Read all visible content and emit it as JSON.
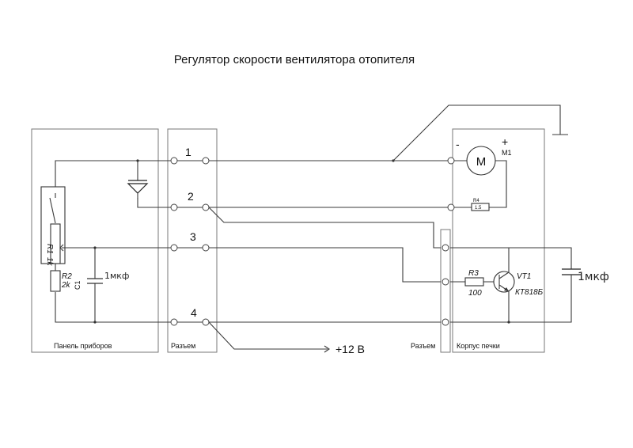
{
  "title": "Регулятор скорости вентилятора отопителя",
  "terminals": {
    "t1": "1",
    "t2": "2",
    "t3": "3",
    "t4": "4"
  },
  "blocks": {
    "panel": "Панель приборов",
    "connector_left": "Разъем",
    "connector_right": "Разъем",
    "heater": "Корпус печки"
  },
  "components": {
    "r1_name": "R1",
    "r1_value": "1k",
    "r2_name": "R2",
    "r2_value": "2k",
    "c1_name": "C1",
    "c1_note": "1мкф",
    "motor_symbol": "M",
    "motor_name": "M1",
    "motor_minus": "-",
    "motor_plus": "+",
    "r4_name": "R4",
    "r4_value": "1.5",
    "r3_name": "R3",
    "r3_value": "100",
    "vt1_name": "VT1",
    "vt1_model": "КТ818Б",
    "cap_note": "1мкф"
  },
  "supply_label": "+12 В"
}
